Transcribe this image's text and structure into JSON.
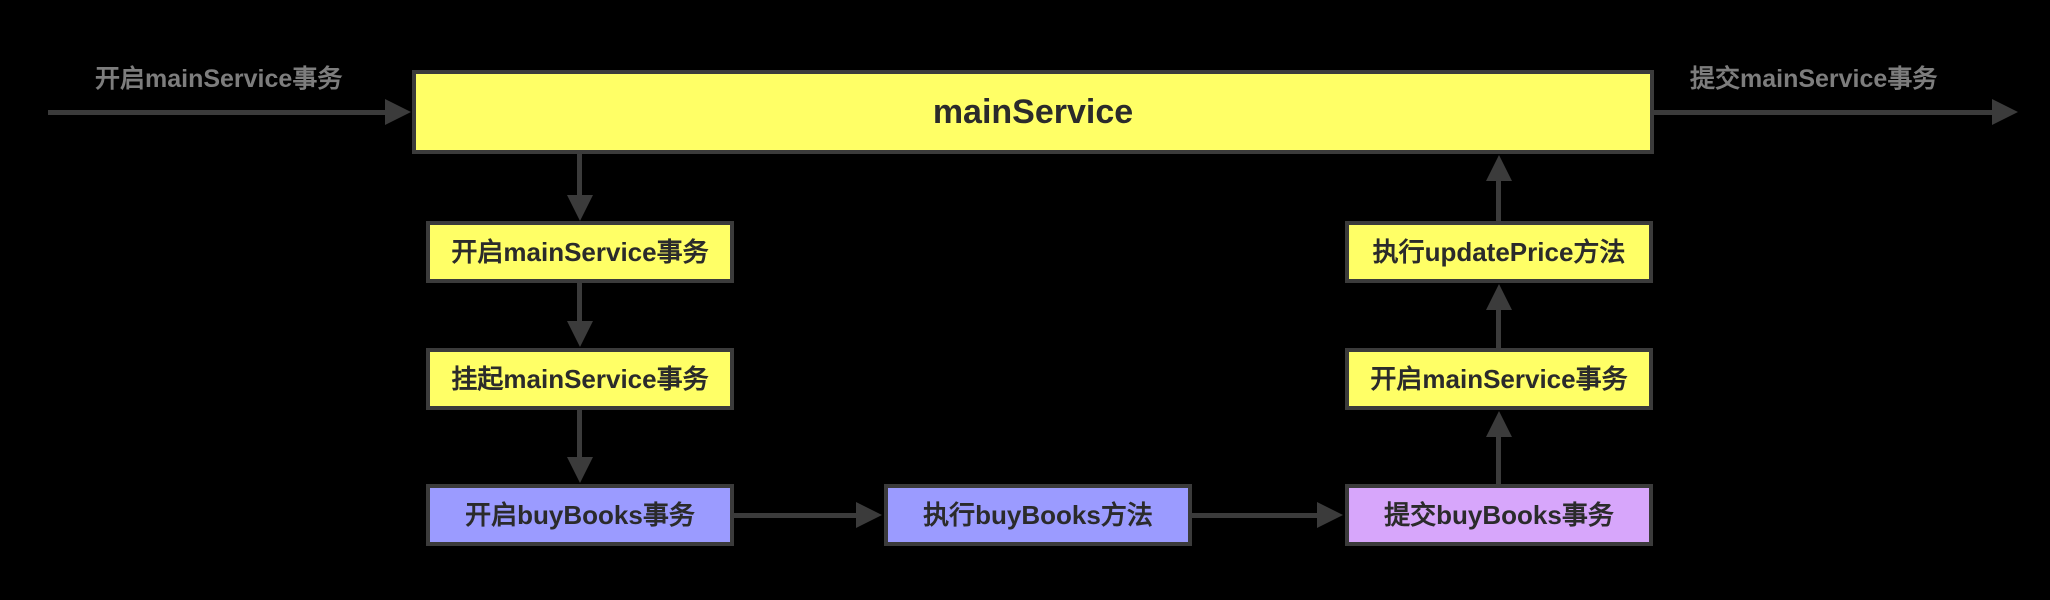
{
  "canvas": {
    "background": "#000000",
    "node_border_color": "#3b3b3b",
    "edge_color": "#3b3b3b",
    "edge_label_color": "#7d7d7d",
    "node_text_color": "#2b2b2b"
  },
  "palette": {
    "yellow": "#ffff66",
    "blue": "#9b9bff",
    "violet": "#d7a6fb"
  },
  "diagram": {
    "title_node": {
      "label": "mainService",
      "fill": "#ffff66"
    },
    "edge_labels": {
      "entry": "开启mainService事务",
      "exit": "提交mainService事务"
    },
    "left_column": [
      {
        "label": "开启mainService事务",
        "fill": "#ffff66"
      },
      {
        "label": "挂起mainService事务",
        "fill": "#ffff66"
      },
      {
        "label": "开启buyBooks事务",
        "fill": "#9b9bff"
      }
    ],
    "middle": [
      {
        "label": "执行buyBooks方法",
        "fill": "#9b9bff"
      }
    ],
    "right_column": [
      {
        "label": "执行updatePrice方法",
        "fill": "#ffff66"
      },
      {
        "label": "开启mainService事务",
        "fill": "#ffff66"
      },
      {
        "label": "提交buyBooks事务",
        "fill": "#d7a6fb"
      }
    ]
  }
}
